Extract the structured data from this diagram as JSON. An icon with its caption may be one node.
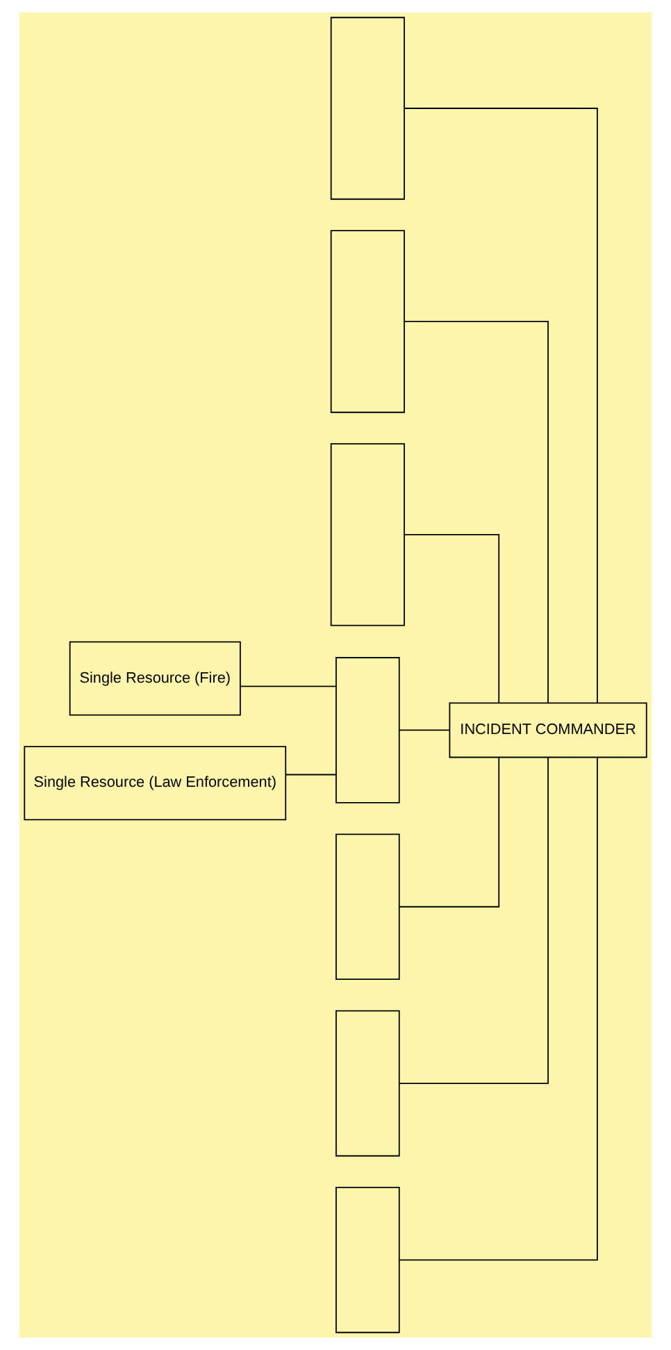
{
  "diagram": {
    "nodes": [
      {
        "text": [
          "INCIDENT COMMANDER"
        ]
      },
      {
        "text": [],
        "shape": "box"
      },
      {
        "text": [],
        "shape": "box"
      },
      {
        "text": [],
        "shape": "box"
      },
      {
        "text": [],
        "shape": "box"
      },
      {
        "text": [],
        "shape": "box"
      },
      {
        "text": [],
        "shape": "box"
      },
      {
        "text": [],
        "shape": "box"
      },
      {
        "text": [
          "Single Resource (Fire)"
        ]
      },
      {
        "text": [
          "Single Resource (Law Enforcement)"
        ]
      }
    ],
    "edges": [
      {
        "from": 0,
        "to": 1,
        "arrow": "none"
      },
      {
        "from": 0,
        "to": 2,
        "arrow": "none"
      },
      {
        "from": 0,
        "to": 3,
        "arrow": "none"
      },
      {
        "from": 0,
        "to": 4,
        "arrow": "none"
      },
      {
        "from": 0,
        "to": 5,
        "arrow": "none"
      },
      {
        "from": 0,
        "to": 6,
        "arrow": "none"
      },
      {
        "from": 0,
        "to": 7,
        "arrow": "none"
      },
      {
        "from": 4,
        "to": 8,
        "arrow": "none"
      },
      {
        "from": 4,
        "to": 9,
        "arrow": "none"
      }
    ]
  }
}
